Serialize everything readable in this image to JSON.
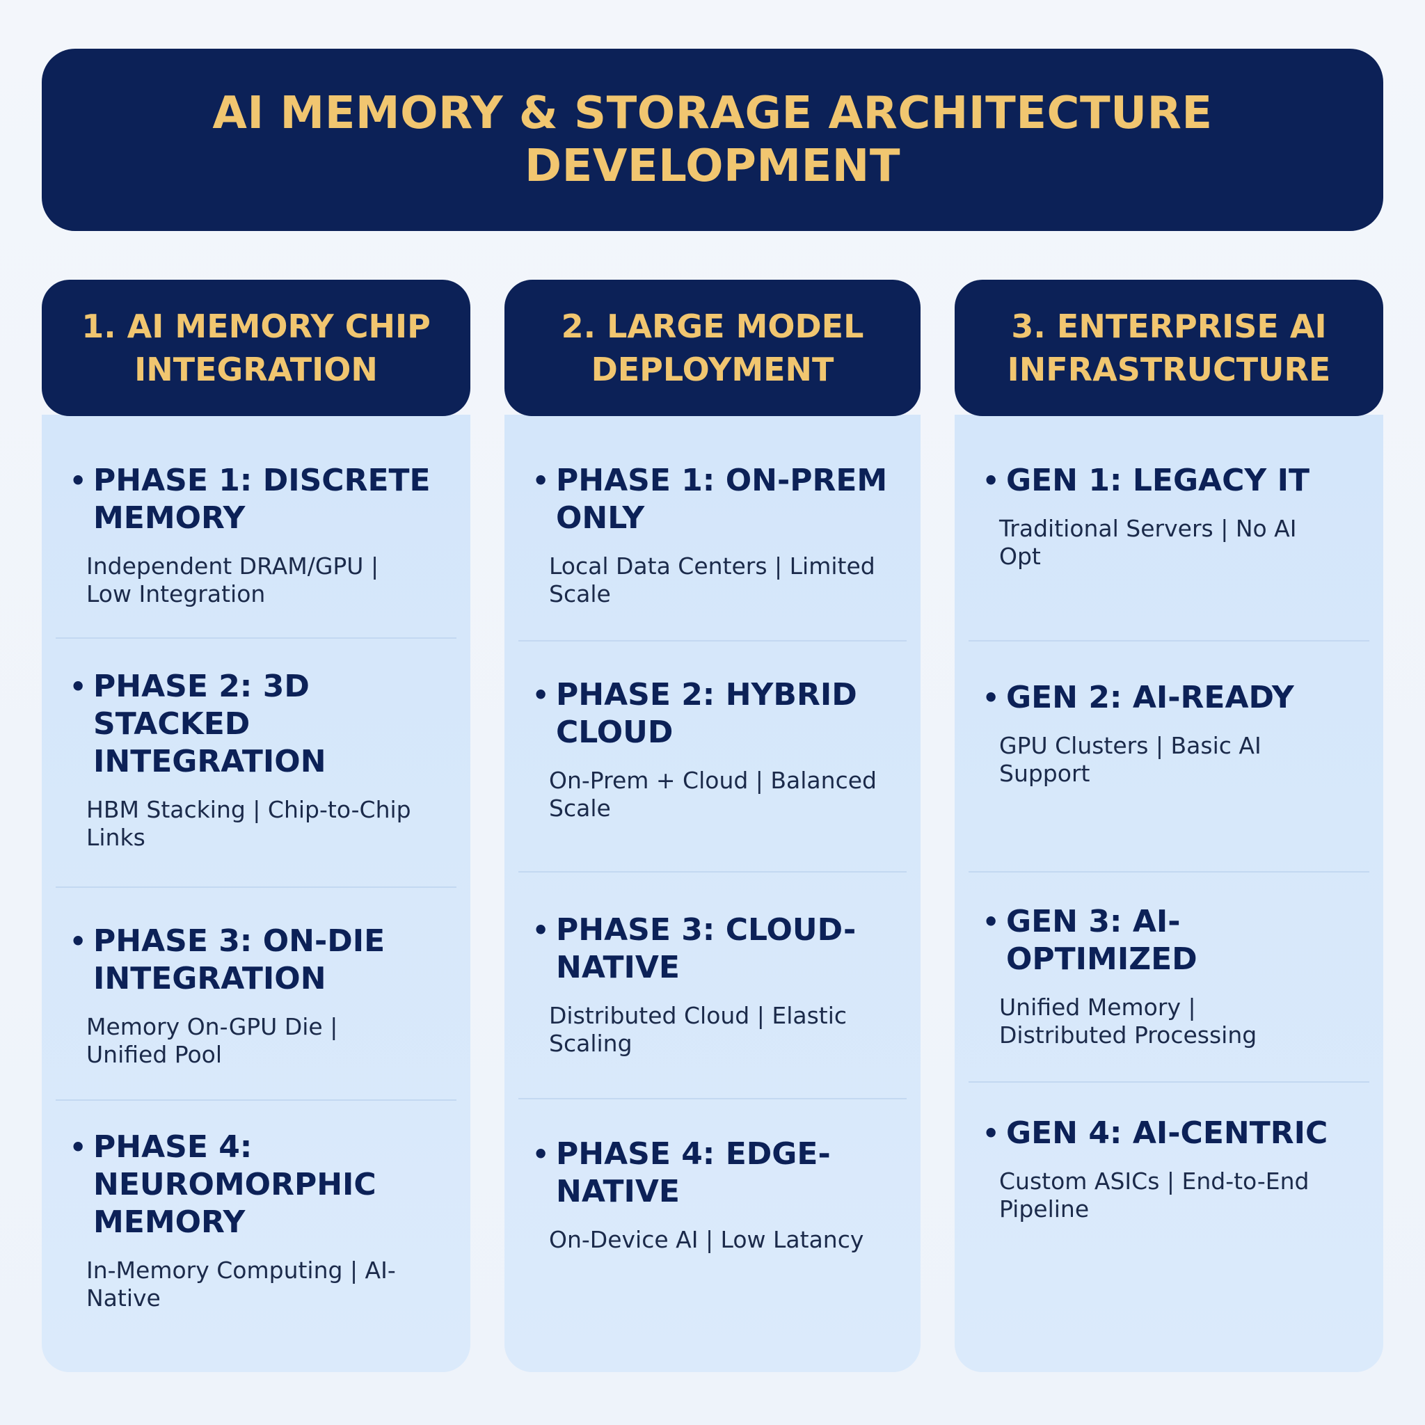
{
  "title": "AI MEMORY & STORAGE ARCHITECTURE DEVELOPMENT",
  "columns": [
    {
      "header": "1. AI MEMORY CHIP INTEGRATION",
      "items": [
        {
          "heading": "PHASE 1: DISCRETE MEMORY",
          "desc": "Independent DRAM/GPU | Low Integration"
        },
        {
          "heading": "PHASE 2: 3D STACKED INTEGRATION",
          "desc": "HBM Stacking | Chip-to-Chip Links"
        },
        {
          "heading": "PHASE 3: ON-DIE INTEGRATION",
          "desc": "Memory On-GPU Die | Unified Pool"
        },
        {
          "heading": "PHASE 4: NEUROMORPHIC MEMORY",
          "desc": "In-Memory Computing | AI-Native"
        }
      ]
    },
    {
      "header": "2. LARGE MODEL DEPLOYMENT",
      "items": [
        {
          "heading": "PHASE 1: ON-PREM ONLY",
          "desc": "Local Data Centers | Limited Scale"
        },
        {
          "heading": "PHASE 2: HYBRID CLOUD",
          "desc": "On-Prem + Cloud | Balanced Scale"
        },
        {
          "heading": "PHASE 3: CLOUD-NATIVE",
          "desc": "Distributed Cloud | Elastic Scaling"
        },
        {
          "heading": "PHASE 4: EDGE-NATIVE",
          "desc": "On-Device AI | Low Latancy"
        }
      ]
    },
    {
      "header": "3. ENTERPRISE AI INFRASTRUCTURE",
      "items": [
        {
          "heading": "GEN 1: LEGACY IT",
          "desc": "Traditional Servers | No AI Opt"
        },
        {
          "heading": "GEN 2: AI-READY",
          "desc": "GPU Clusters | Basic AI Support"
        },
        {
          "heading": "GEN 3: AI-OPTIMIZED",
          "desc": "Unified Memory | Distributed Processing"
        },
        {
          "heading": "GEN 4: AI-CENTRIC",
          "desc": "Custom ASICs | End-to-End Pipeline"
        }
      ]
    }
  ],
  "colors": {
    "navy": "#0c2157",
    "gold": "#f1c670",
    "panel": "#d4e6fa"
  }
}
